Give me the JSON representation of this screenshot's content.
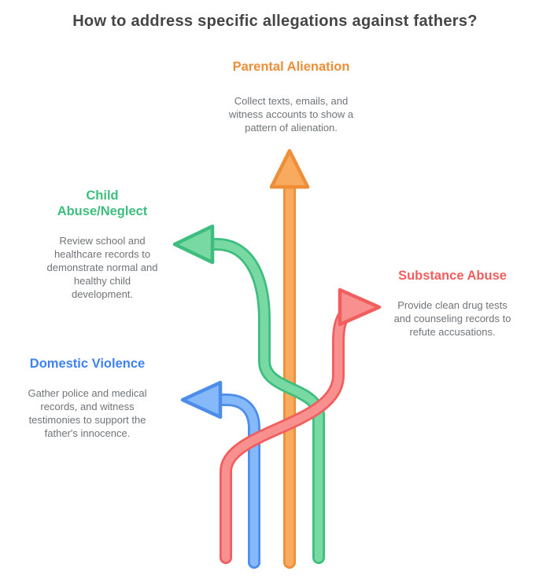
{
  "title": "How to address specific allegations against fathers?",
  "title_color": "#454545",
  "body_text_color": "#6F7478",
  "sections": [
    {
      "id": "parental-alienation",
      "heading": "Parental Alienation",
      "body": "Collect texts, emails, and\nwitness accounts to show a\npattern of alienation.",
      "heading_color": "#ED8E38",
      "arrow_fill": "#F8AB5E",
      "arrow_stroke": "#ED8E38",
      "arrow_direction": "up"
    },
    {
      "id": "child-abuse-neglect",
      "heading": "Child\nAbuse/Neglect",
      "body": "Review school and\nhealthcare records to\ndemonstrate normal and\nhealthy child\ndevelopment.",
      "heading_color": "#3EBE7E",
      "arrow_fill": "#79D9A3",
      "arrow_stroke": "#3EBE7E",
      "arrow_direction": "left"
    },
    {
      "id": "substance-abuse",
      "heading": "Substance Abuse",
      "body": "Provide clean drug tests\nand counseling records to\nrefute accusations.",
      "heading_color": "#F15E5E",
      "arrow_fill": "#F99090",
      "arrow_stroke": "#F15E5E",
      "arrow_direction": "right"
    },
    {
      "id": "domestic-violence",
      "heading": "Domestic Violence",
      "body": "Gather police and medical\nrecords, and witness\ntestimonies to support the\nfather's innocence.",
      "heading_color": "#3E82F0",
      "arrow_fill": "#86B9F9",
      "arrow_stroke": "#4C8CEA",
      "arrow_direction": "left"
    }
  ]
}
